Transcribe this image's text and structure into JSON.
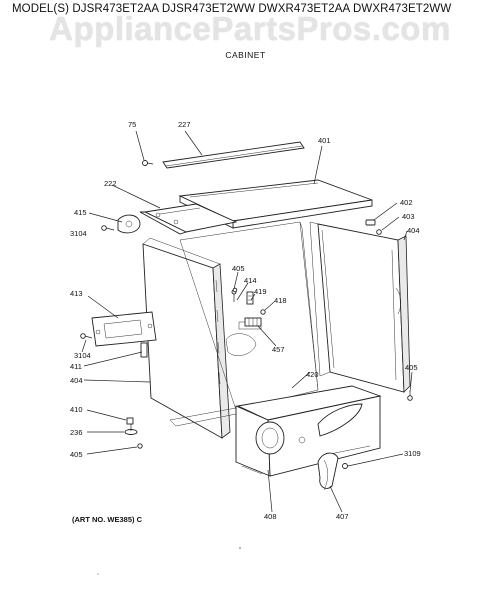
{
  "header": {
    "models": "MODEL(S) DJSR473ET2AA  DJSR473ET2WW  DWXR473ET2AA  DWXR473ET2WW",
    "watermark": "AppliancePartsPros.com",
    "section": "CABINET"
  },
  "footer": {
    "art_no": "(ART NO. WE385) C"
  },
  "callouts": {
    "p75": "75",
    "p227": "227",
    "p401": "401",
    "p222": "222",
    "p415": "415",
    "p3104a": "3104",
    "p402": "402",
    "p403": "403",
    "p404a": "404",
    "p405a": "405",
    "p414": "414",
    "p419": "419",
    "p418": "418",
    "p413": "413",
    "p3104b": "3104",
    "p411": "411",
    "p457": "457",
    "p404b": "404",
    "p420": "420",
    "p405b": "405",
    "p410": "410",
    "p236": "236",
    "p405c": "405",
    "p3109": "3109",
    "p408": "408",
    "p407": "407"
  }
}
